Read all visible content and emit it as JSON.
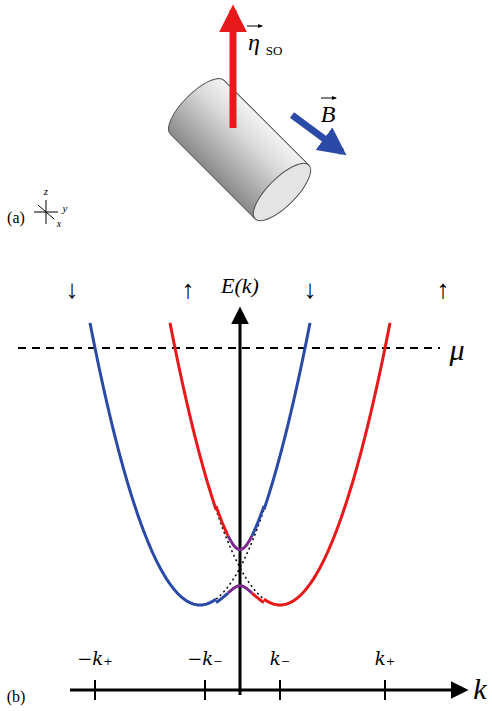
{
  "diagram": {
    "labels": [
      "(a)",
      "η",
      "SO",
      "B",
      "z",
      "y",
      "x",
      "(b)",
      "E(k)",
      "↓",
      "↑",
      "↓",
      "↑",
      "μ",
      "k",
      "−k₊",
      "−k₋",
      "k₋",
      "k₊"
    ]
  }
}
